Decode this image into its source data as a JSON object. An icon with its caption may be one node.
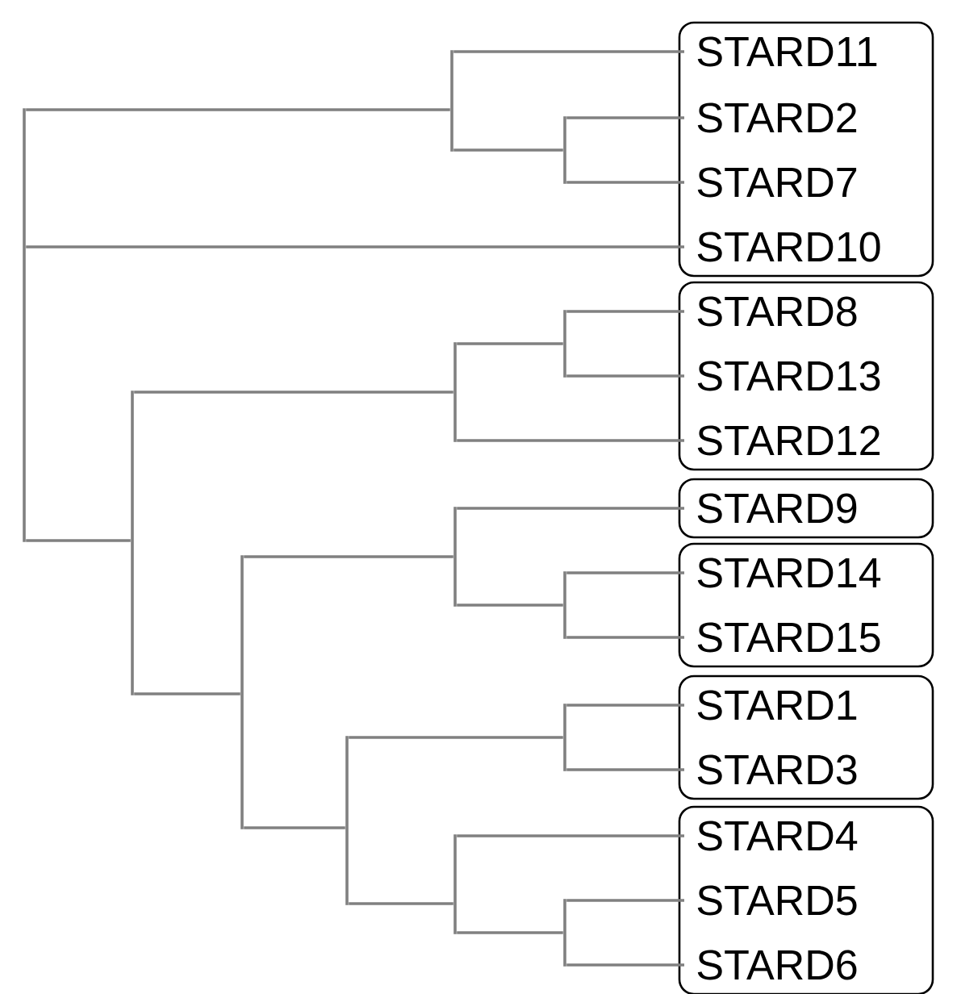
{
  "diagram": {
    "nodes": [
      {
        "text": [],
        "shape": "box"
      },
      {
        "text": [
          "STARD11"
        ],
        "in": 0
      },
      {
        "text": [
          "STARD2"
        ],
        "in": 0
      },
      {
        "text": [
          "STARD7"
        ],
        "in": 0
      },
      {
        "text": [
          "STARD10"
        ],
        "in": 0
      },
      {
        "text": [],
        "shape": "box"
      },
      {
        "text": [
          "STARD8"
        ],
        "in": 5
      },
      {
        "text": [
          "STARD13"
        ],
        "in": 5
      },
      {
        "text": [
          "STARD12"
        ],
        "in": 5
      },
      {
        "text": [],
        "shape": "box"
      },
      {
        "text": [
          "STARD9"
        ],
        "in": 9
      },
      {
        "text": [],
        "shape": "box"
      },
      {
        "text": [
          "STARD14"
        ],
        "in": 11
      },
      {
        "text": [
          "STARD15"
        ],
        "in": 11
      },
      {
        "text": [],
        "shape": "box"
      },
      {
        "text": [
          "STARD1"
        ],
        "in": 14
      },
      {
        "text": [
          "STARD3"
        ],
        "in": 14
      },
      {
        "text": [],
        "shape": "box"
      },
      {
        "text": [
          "STARD4"
        ],
        "in": 17
      },
      {
        "text": [
          "STARD5"
        ],
        "in": 17
      },
      {
        "text": [
          "STARD6"
        ],
        "in": 17
      },
      {
        "text": [],
        "shape": "bar"
      },
      {
        "text": [],
        "shape": "bar"
      },
      {
        "text": [],
        "shape": "bar"
      },
      {
        "text": [],
        "shape": "bar"
      },
      {
        "text": [],
        "shape": "bar"
      },
      {
        "text": [],
        "shape": "bar"
      },
      {
        "text": [],
        "shape": "bar"
      },
      {
        "text": [],
        "shape": "bar"
      },
      {
        "text": [],
        "shape": "bar"
      },
      {
        "text": [],
        "shape": "bar"
      },
      {
        "text": [],
        "shape": "bar"
      },
      {
        "text": [],
        "shape": "bar"
      },
      {
        "text": [],
        "shape": "bar"
      }
    ],
    "edges": [
      {
        "from": 21,
        "to": 25,
        "arrow": "none"
      },
      {
        "from": 21,
        "to": 4,
        "arrow": "none"
      },
      {
        "from": 21,
        "to": 22,
        "arrow": "none"
      },
      {
        "from": 25,
        "to": 1,
        "arrow": "none"
      },
      {
        "from": 25,
        "to": 29,
        "arrow": "none"
      },
      {
        "from": 29,
        "to": 2,
        "arrow": "none"
      },
      {
        "from": 29,
        "to": 3,
        "arrow": "none"
      },
      {
        "from": 22,
        "to": 26,
        "arrow": "none"
      },
      {
        "from": 22,
        "to": 23,
        "arrow": "none"
      },
      {
        "from": 26,
        "to": 30,
        "arrow": "none"
      },
      {
        "from": 26,
        "to": 8,
        "arrow": "none"
      },
      {
        "from": 30,
        "to": 6,
        "arrow": "none"
      },
      {
        "from": 30,
        "to": 7,
        "arrow": "none"
      },
      {
        "from": 23,
        "to": 27,
        "arrow": "none"
      },
      {
        "from": 23,
        "to": 24,
        "arrow": "none"
      },
      {
        "from": 27,
        "to": 10,
        "arrow": "none"
      },
      {
        "from": 27,
        "to": 31,
        "arrow": "none"
      },
      {
        "from": 31,
        "to": 12,
        "arrow": "none"
      },
      {
        "from": 31,
        "to": 13,
        "arrow": "none"
      },
      {
        "from": 24,
        "to": 32,
        "arrow": "none"
      },
      {
        "from": 24,
        "to": 28,
        "arrow": "none"
      },
      {
        "from": 32,
        "to": 15,
        "arrow": "none"
      },
      {
        "from": 32,
        "to": 16,
        "arrow": "none"
      },
      {
        "from": 28,
        "to": 18,
        "arrow": "none"
      },
      {
        "from": 28,
        "to": 33,
        "arrow": "none"
      },
      {
        "from": 33,
        "to": 19,
        "arrow": "none"
      },
      {
        "from": 33,
        "to": 20,
        "arrow": "none"
      }
    ]
  }
}
